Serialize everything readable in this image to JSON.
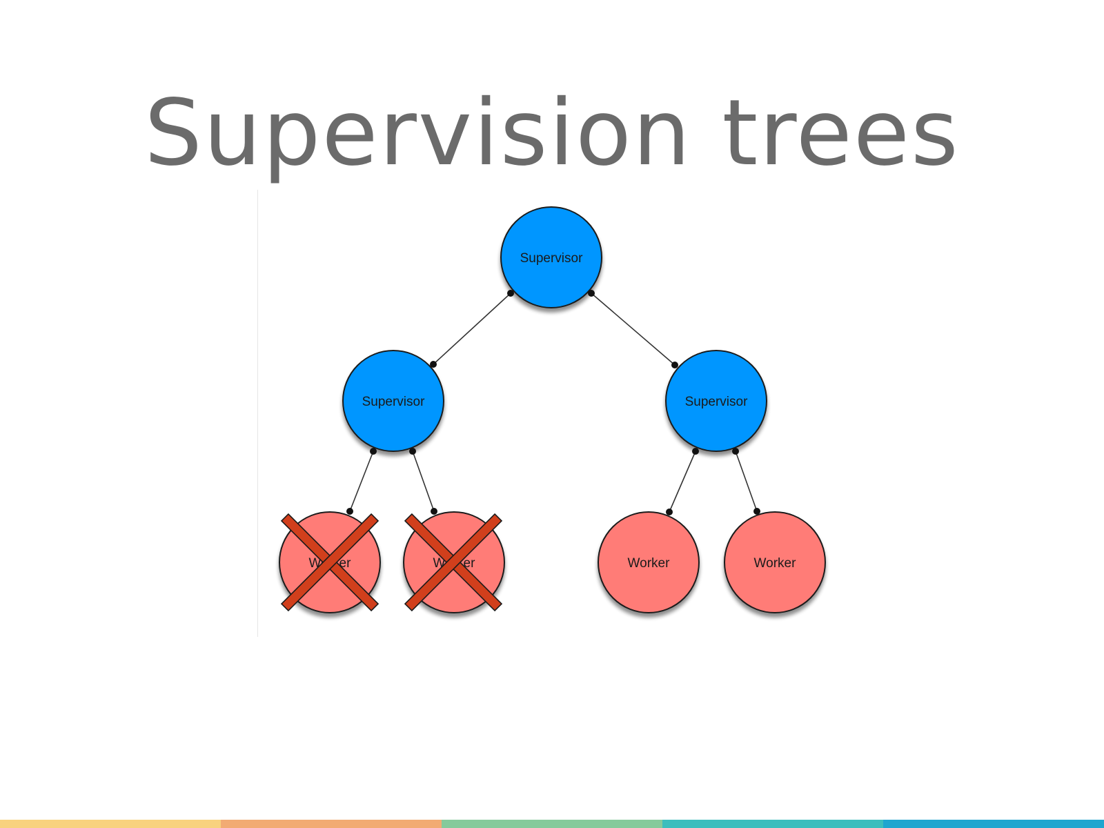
{
  "slide": {
    "title": "Supervision trees"
  },
  "diagram": {
    "nodes": {
      "root": {
        "label": "Supervisor",
        "kind": "supervisor"
      },
      "left": {
        "label": "Supervisor",
        "kind": "supervisor"
      },
      "right": {
        "label": "Supervisor",
        "kind": "supervisor"
      },
      "worker1": {
        "label": "Worker",
        "kind": "worker",
        "crossed_out": true
      },
      "worker2": {
        "label": "Worker",
        "kind": "worker",
        "crossed_out": true
      },
      "worker3": {
        "label": "Worker",
        "kind": "worker",
        "crossed_out": false
      },
      "worker4": {
        "label": "Worker",
        "kind": "worker",
        "crossed_out": false
      }
    },
    "edges": [
      {
        "from": "root",
        "to": "left"
      },
      {
        "from": "root",
        "to": "right"
      },
      {
        "from": "left",
        "to": "worker1"
      },
      {
        "from": "left",
        "to": "worker2"
      },
      {
        "from": "right",
        "to": "worker3"
      },
      {
        "from": "right",
        "to": "worker4"
      }
    ],
    "colors": {
      "supervisor_fill": "#0096ff",
      "worker_fill": "#ff7b77",
      "cross_mark": "#d13f1c",
      "outline": "#1a1a1a"
    }
  },
  "bottom_bar": {
    "colors": [
      "#f8d27e",
      "#f2ab73",
      "#85ca9b",
      "#3bbebd",
      "#1fa6cf"
    ]
  }
}
